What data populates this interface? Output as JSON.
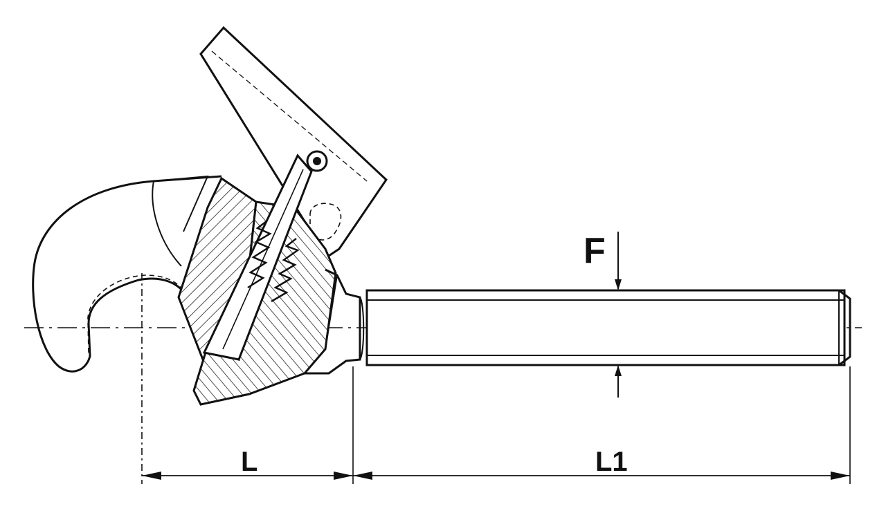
{
  "diagram": {
    "labels": {
      "force": "F",
      "length_hook": "L",
      "length_shank": "L1"
    }
  },
  "colors": {
    "line": "#111111",
    "background": "#ffffff"
  }
}
